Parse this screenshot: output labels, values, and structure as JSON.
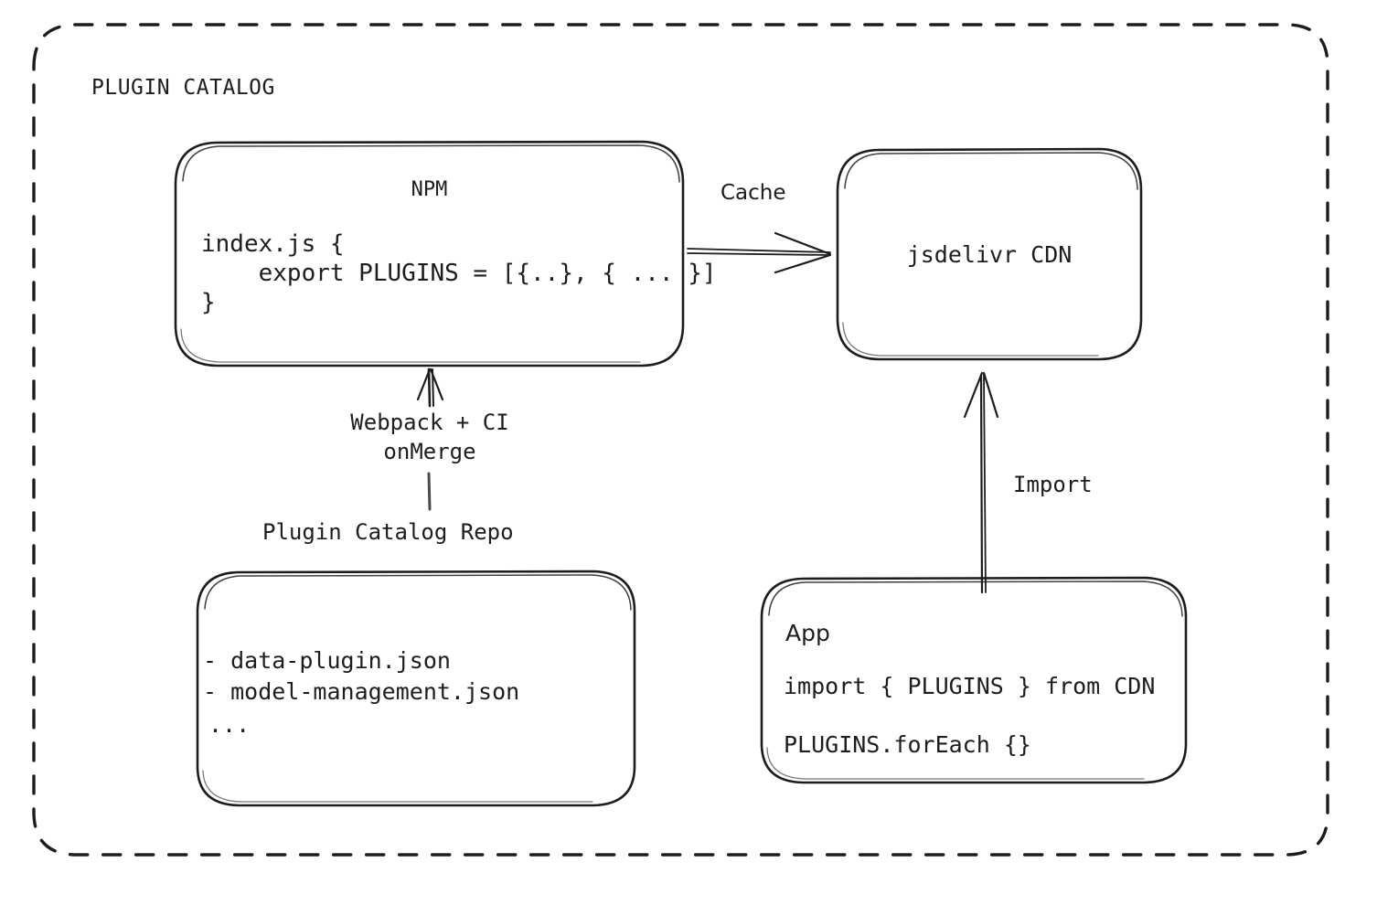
{
  "diagram": {
    "type": "architecture-flow",
    "style": "hand-drawn",
    "container": {
      "label": "PLUGIN CATALOG",
      "border": "dashed",
      "color": "#1d1d1d"
    },
    "nodes": [
      {
        "id": "npm",
        "title": "NPM",
        "lines": [
          "index.js {",
          "    export PLUGINS = [{..}, { ... }]",
          "}"
        ]
      },
      {
        "id": "cdn",
        "title": "jsdelivr CDN",
        "lines": []
      },
      {
        "id": "repo",
        "title": "",
        "caption": "Plugin Catalog Repo",
        "lines": [
          "- data-plugin.json",
          "- model-management.json",
          "..."
        ]
      },
      {
        "id": "app",
        "title": "App",
        "lines": [
          "import { PLUGINS } from CDN",
          "PLUGINS.forEach {}"
        ]
      }
    ],
    "edges": [
      {
        "id": "npm-to-cdn",
        "label": "Cache",
        "from": "npm",
        "to": "cdn",
        "direction": "right"
      },
      {
        "id": "repo-to-npm",
        "label_line1": "Webpack + CI",
        "label_line2": "onMerge",
        "from": "repo",
        "to": "npm",
        "direction": "up"
      },
      {
        "id": "app-to-cdn",
        "label": "Import",
        "from": "app",
        "to": "cdn",
        "direction": "up"
      }
    ]
  },
  "colors": {
    "ink": "#1d1d1d",
    "background": "#ffffff"
  }
}
